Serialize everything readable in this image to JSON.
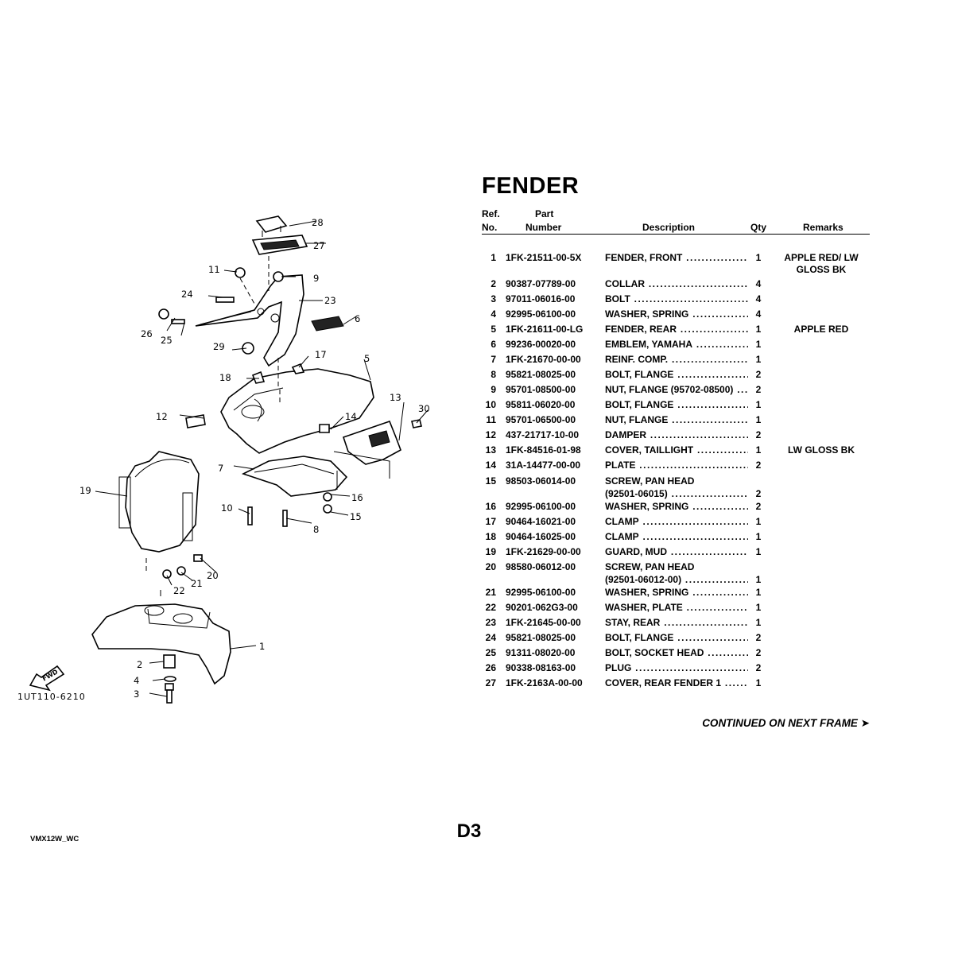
{
  "title": "FENDER",
  "headers": {
    "ref_line1": "Ref.",
    "ref_line2": "No.",
    "part_line1": "Part",
    "part_line2": "Number",
    "description": "Description",
    "qty": "Qty",
    "remarks": "Remarks"
  },
  "rows": [
    {
      "ref": "1",
      "part": "1FK-21511-00-5X",
      "desc": "FENDER, FRONT",
      "desc2": "",
      "qty": "1",
      "remarks": "APPLE RED/ LW",
      "remarks2": "GLOSS BK"
    },
    {
      "ref": "2",
      "part": "90387-07789-00",
      "desc": "COLLAR",
      "desc2": "",
      "qty": "4",
      "remarks": "",
      "remarks2": ""
    },
    {
      "ref": "3",
      "part": "97011-06016-00",
      "desc": "BOLT",
      "desc2": "",
      "qty": "4",
      "remarks": "",
      "remarks2": ""
    },
    {
      "ref": "4",
      "part": "92995-06100-00",
      "desc": "WASHER, SPRING",
      "desc2": "",
      "qty": "4",
      "remarks": "",
      "remarks2": ""
    },
    {
      "ref": "5",
      "part": "1FK-21611-00-LG",
      "desc": "FENDER, REAR",
      "desc2": "",
      "qty": "1",
      "remarks": "APPLE RED",
      "remarks2": ""
    },
    {
      "ref": "6",
      "part": "99236-00020-00",
      "desc": "EMBLEM, YAMAHA",
      "desc2": "",
      "qty": "1",
      "remarks": "",
      "remarks2": ""
    },
    {
      "ref": "7",
      "part": "1FK-21670-00-00",
      "desc": "REINF. COMP.",
      "desc2": "",
      "qty": "1",
      "remarks": "",
      "remarks2": ""
    },
    {
      "ref": "8",
      "part": "95821-08025-00",
      "desc": "BOLT, FLANGE",
      "desc2": "",
      "qty": "2",
      "remarks": "",
      "remarks2": ""
    },
    {
      "ref": "9",
      "part": "95701-08500-00",
      "desc": "NUT, FLANGE (95702-08500)",
      "desc2": "",
      "qty": "2",
      "remarks": "",
      "remarks2": ""
    },
    {
      "ref": "10",
      "part": "95811-06020-00",
      "desc": "BOLT, FLANGE",
      "desc2": "",
      "qty": "1",
      "remarks": "",
      "remarks2": ""
    },
    {
      "ref": "11",
      "part": "95701-06500-00",
      "desc": "NUT, FLANGE",
      "desc2": "",
      "qty": "1",
      "remarks": "",
      "remarks2": ""
    },
    {
      "ref": "12",
      "part": "437-21717-10-00",
      "desc": "DAMPER",
      "desc2": "",
      "qty": "2",
      "remarks": "",
      "remarks2": ""
    },
    {
      "ref": "13",
      "part": "1FK-84516-01-98",
      "desc": "COVER, TAILLIGHT",
      "desc2": "",
      "qty": "1",
      "remarks": "LW GLOSS BK",
      "remarks2": ""
    },
    {
      "ref": "14",
      "part": "31A-14477-00-00",
      "desc": "PLATE",
      "desc2": "",
      "qty": "2",
      "remarks": "",
      "remarks2": ""
    },
    {
      "ref": "15",
      "part": "98503-06014-00",
      "desc": "SCREW, PAN HEAD",
      "desc2": "(92501-06015)",
      "qty": "2",
      "remarks": "",
      "remarks2": ""
    },
    {
      "ref": "16",
      "part": "92995-06100-00",
      "desc": "WASHER, SPRING",
      "desc2": "",
      "qty": "2",
      "remarks": "",
      "remarks2": ""
    },
    {
      "ref": "17",
      "part": "90464-16021-00",
      "desc": "CLAMP",
      "desc2": "",
      "qty": "1",
      "remarks": "",
      "remarks2": ""
    },
    {
      "ref": "18",
      "part": "90464-16025-00",
      "desc": "CLAMP",
      "desc2": "",
      "qty": "1",
      "remarks": "",
      "remarks2": ""
    },
    {
      "ref": "19",
      "part": "1FK-21629-00-00",
      "desc": "GUARD, MUD",
      "desc2": "",
      "qty": "1",
      "remarks": "",
      "remarks2": ""
    },
    {
      "ref": "20",
      "part": "98580-06012-00",
      "desc": "SCREW, PAN HEAD",
      "desc2": "(92501-06012-00)",
      "qty": "1",
      "remarks": "",
      "remarks2": ""
    },
    {
      "ref": "21",
      "part": "92995-06100-00",
      "desc": "WASHER, SPRING",
      "desc2": "",
      "qty": "1",
      "remarks": "",
      "remarks2": ""
    },
    {
      "ref": "22",
      "part": "90201-062G3-00",
      "desc": "WASHER, PLATE",
      "desc2": "",
      "qty": "1",
      "remarks": "",
      "remarks2": ""
    },
    {
      "ref": "23",
      "part": "1FK-21645-00-00",
      "desc": "STAY, REAR",
      "desc2": "",
      "qty": "1",
      "remarks": "",
      "remarks2": ""
    },
    {
      "ref": "24",
      "part": "95821-08025-00",
      "desc": "BOLT, FLANGE",
      "desc2": "",
      "qty": "2",
      "remarks": "",
      "remarks2": ""
    },
    {
      "ref": "25",
      "part": "91311-08020-00",
      "desc": "BOLT, SOCKET HEAD",
      "desc2": "",
      "qty": "2",
      "remarks": "",
      "remarks2": ""
    },
    {
      "ref": "26",
      "part": "90338-08163-00",
      "desc": "PLUG",
      "desc2": "",
      "qty": "2",
      "remarks": "",
      "remarks2": ""
    },
    {
      "ref": "27",
      "part": "1FK-2163A-00-00",
      "desc": "COVER, REAR FENDER 1",
      "desc2": "",
      "qty": "1",
      "remarks": "",
      "remarks2": ""
    }
  ],
  "continued": "CONTINUED ON NEXT FRAME ➤",
  "page_number": "D3",
  "footer_code": "VMX12W_WC",
  "diagram": {
    "figure_code": "1UT110-6210",
    "fwd_label": "FWD",
    "callouts": [
      "28",
      "27",
      "11",
      "9",
      "24",
      "23",
      "26",
      "25",
      "6",
      "29",
      "17",
      "18",
      "5",
      "13",
      "12",
      "14",
      "30",
      "19",
      "7",
      "16",
      "10",
      "15",
      "8",
      "20",
      "21",
      "22",
      "1",
      "2",
      "4",
      "3"
    ]
  }
}
